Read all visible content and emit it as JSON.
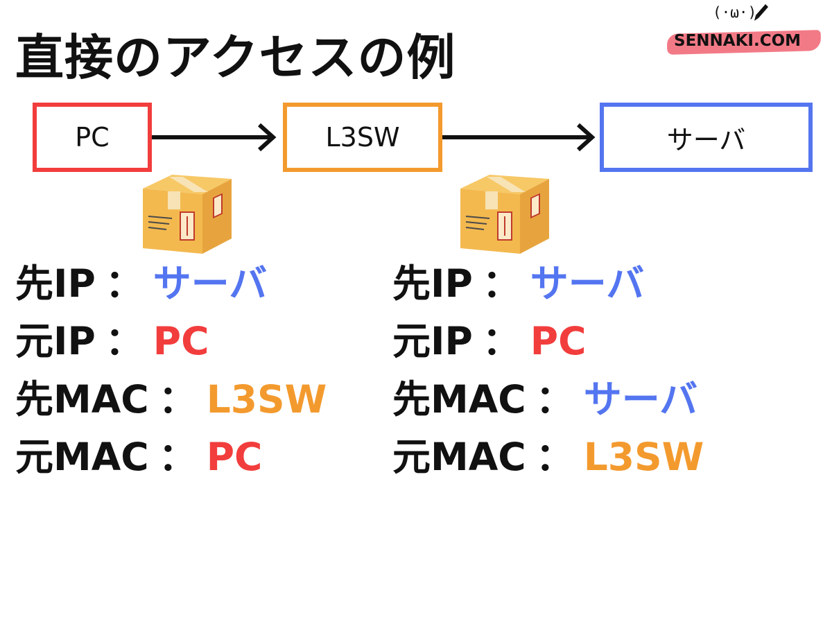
{
  "title": "直接のアクセスの例",
  "logo": {
    "face": "(·ω·)",
    "text": "SENNAKI.COM"
  },
  "colors": {
    "pc": "#f23d3d",
    "l3sw": "#f39a2e",
    "server": "#5475f0",
    "text": "#111111",
    "logo_brush": "#f27a86",
    "box_front": "#f3b94f",
    "box_side": "#e7a43e",
    "box_top": "#f7c866"
  },
  "nodes": {
    "pc": {
      "label": "PC",
      "color": "#f23d3d"
    },
    "l3sw": {
      "label": "L3SW",
      "color": "#f39a2e"
    },
    "server": {
      "label": "サーバ",
      "color": "#5475f0"
    }
  },
  "icons": [
    "arrow-right-icon",
    "cardboard-box-icon"
  ],
  "separator": "：",
  "packets": [
    {
      "rows": [
        {
          "key": "先IP",
          "value": "サーバ",
          "color": "#5475f0"
        },
        {
          "key": "元IP",
          "value": "PC",
          "color": "#f23d3d"
        },
        {
          "key": "先MAC",
          "value": "L3SW",
          "color": "#f39a2e"
        },
        {
          "key": "元MAC",
          "value": "PC",
          "color": "#f23d3d"
        }
      ]
    },
    {
      "rows": [
        {
          "key": "先IP",
          "value": "サーバ",
          "color": "#5475f0"
        },
        {
          "key": "元IP",
          "value": "PC",
          "color": "#f23d3d"
        },
        {
          "key": "先MAC",
          "value": "サーバ",
          "color": "#5475f0"
        },
        {
          "key": "元MAC",
          "value": "L3SW",
          "color": "#f39a2e"
        }
      ]
    }
  ]
}
